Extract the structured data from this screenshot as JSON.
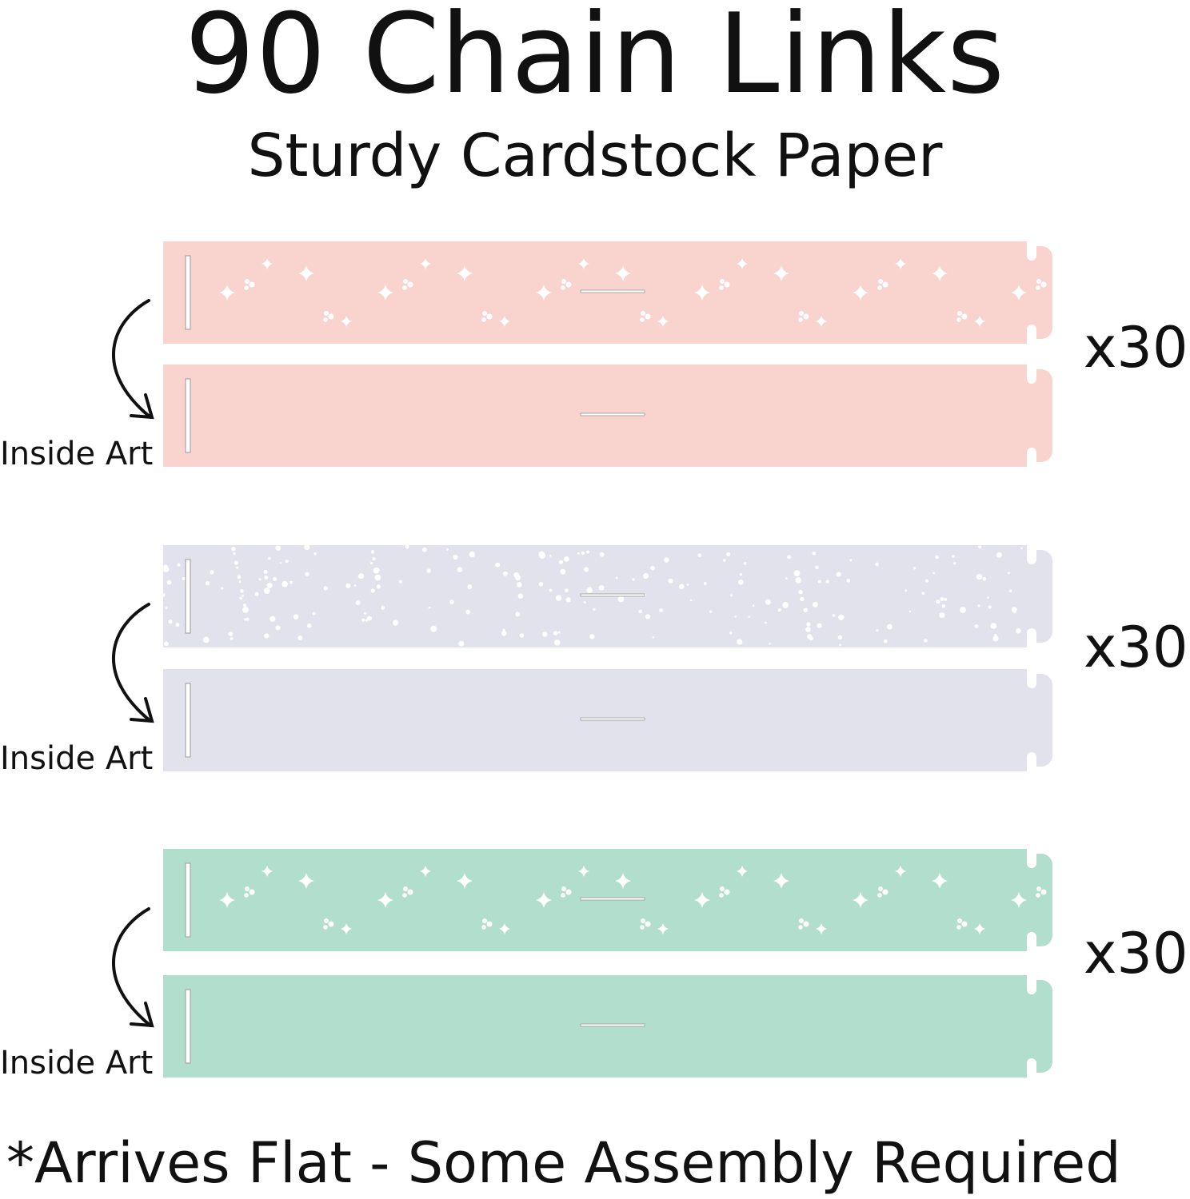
{
  "title": "90 Chain Links",
  "subtitle": "Sturdy Cardstock Paper",
  "footer": "*Arrives Flat - Some Assembly Required",
  "groups": [
    {
      "color": "#f9d3cd",
      "pattern": "sparkles",
      "quantity": "x30",
      "inside_label": "Inside Art"
    },
    {
      "color": "#e2e2ec",
      "pattern": "dots",
      "quantity": "x30",
      "inside_label": "Inside Art"
    },
    {
      "color": "#b2dece",
      "pattern": "sparkles",
      "quantity": "x30",
      "inside_label": "Inside Art"
    }
  ]
}
